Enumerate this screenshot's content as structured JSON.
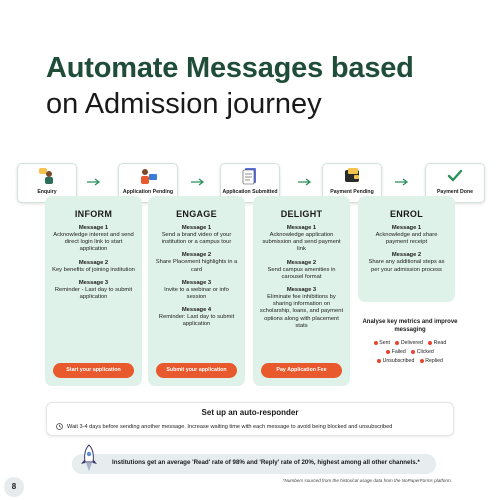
{
  "header": {
    "title_line1": "Automate Messages based",
    "title_line2": "on Admission journey"
  },
  "stages": [
    {
      "label": "Enquiry",
      "icon": "person-thinking-icon"
    },
    {
      "label": "Application Pending",
      "icon": "person-laptop-icon"
    },
    {
      "label": "Application Submitted",
      "icon": "document-stack-icon"
    },
    {
      "label": "Payment Pending",
      "icon": "wallet-card-icon"
    },
    {
      "label": "Payment Done",
      "icon": "checkmark-icon"
    }
  ],
  "columns": [
    {
      "title": "INFORM",
      "messages": [
        {
          "heading": "Message 1",
          "body": "Acknowledge interest and send direct login link to start application"
        },
        {
          "heading": "Message 2",
          "body": "Key benefits of joining institution"
        },
        {
          "heading": "Message 3",
          "body": "Reminder - Last day to submit application"
        }
      ],
      "cta": "Start your application"
    },
    {
      "title": "ENGAGE",
      "messages": [
        {
          "heading": "Message 1",
          "body": "Send a brand video of your institution or a campus tour"
        },
        {
          "heading": "Message 2",
          "body": "Share Placement highlights in a card"
        },
        {
          "heading": "Message 3",
          "body": "Invite to a webinar or info session"
        },
        {
          "heading": "Message 4",
          "body": "Reminder: Last day to submit application"
        }
      ],
      "cta": "Submit your application"
    },
    {
      "title": "DELIGHT",
      "messages": [
        {
          "heading": "Message 1",
          "body": "Acknowledge application submission and send payment link"
        },
        {
          "heading": "Message 2",
          "body": "Send campus amenities in carousel format"
        },
        {
          "heading": "Message 3",
          "body": "Eliminate fee inhibitions by sharing information on scholarship, loans, and payment options along with placement stats"
        }
      ],
      "cta": "Pay Application Fee"
    },
    {
      "title": "ENROL",
      "messages": [
        {
          "heading": "Message 1",
          "body": "Acknowledge and share payment receipt"
        },
        {
          "heading": "Message 2",
          "body": "Share any additional steps as per your admission process"
        }
      ]
    }
  ],
  "metrics": {
    "title": "Analyse key metrics and improve messaging",
    "items": [
      {
        "label": "Sent",
        "color": "#e8442e"
      },
      {
        "label": "Delivered",
        "color": "#e8442e"
      },
      {
        "label": "Read",
        "color": "#e8442e"
      },
      {
        "label": "Failed",
        "color": "#e8442e"
      },
      {
        "label": "Clicked",
        "color": "#e8442e"
      },
      {
        "label": "Unsubscribed",
        "color": "#e8442e"
      },
      {
        "label": "Replied",
        "color": "#e8442e"
      }
    ]
  },
  "autoresponder": {
    "title": "Set up an auto-responder",
    "text": "Wait 3-4 days before sending another message. Increase waiting time with each message to avoid being blocked and unsubscribed"
  },
  "banner": {
    "text": "Institutions get an average 'Read' rate of 98% and 'Reply' rate of 20%, highest among all other channels.*",
    "footnote": "*Numbers sourced from the historical usage data from the NoPaperForms platform."
  },
  "page_number": "8",
  "colors": {
    "brand_green": "#1f4d3a",
    "accent_green": "#2f8f5f",
    "panel_mint": "#dff2ea",
    "cta_orange": "#e85a2e"
  }
}
